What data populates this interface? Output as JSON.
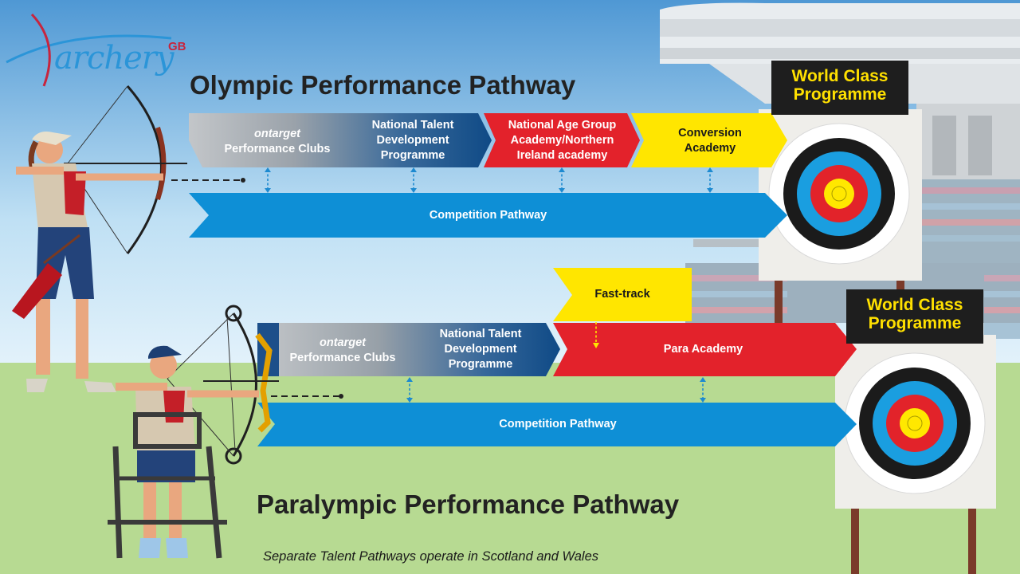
{
  "brand": {
    "logo_text": "archery",
    "logo_superscript": "GB"
  },
  "olympic": {
    "title": "Olympic Performance Pathway",
    "stages": [
      {
        "lines": [
          "ontarget",
          "Performance Clubs"
        ]
      },
      {
        "lines": [
          "National Talent",
          "Development",
          "Programme"
        ]
      },
      {
        "lines": [
          "National Age Group",
          "Academy/Northern",
          "Ireland academy"
        ]
      },
      {
        "lines": [
          "Conversion",
          "Academy"
        ]
      }
    ],
    "competition": "Competition Pathway",
    "world_class": [
      "World Class",
      "Programme"
    ]
  },
  "paralympic": {
    "title": "Paralympic Performance Pathway",
    "fast_track": "Fast-track",
    "stages": [
      {
        "lines": [
          "ontarget",
          "Performance Clubs"
        ]
      },
      {
        "lines": [
          "National Talent",
          "Development",
          "Programme"
        ]
      },
      {
        "lines": [
          "Para Academy"
        ]
      }
    ],
    "competition": "Competition Pathway",
    "world_class": [
      "World Class",
      "Programme"
    ]
  },
  "footnote": "Separate Talent Pathways operate in Scotland and Wales",
  "colors": {
    "sky_top": "#3f8fd0",
    "sky_bottom": "#d6ecf8",
    "grass": "#b5d98f",
    "competition_blue": "#0e8fd6",
    "grey_stage": "#b8bcc0",
    "navy_stage": "#1d4f8a",
    "red_stage": "#e3222b",
    "yellow_stage": "#ffe600",
    "title_black": "#222222",
    "wcp_bg": "#1e1e1e",
    "wcp_text": "#ffe000"
  }
}
